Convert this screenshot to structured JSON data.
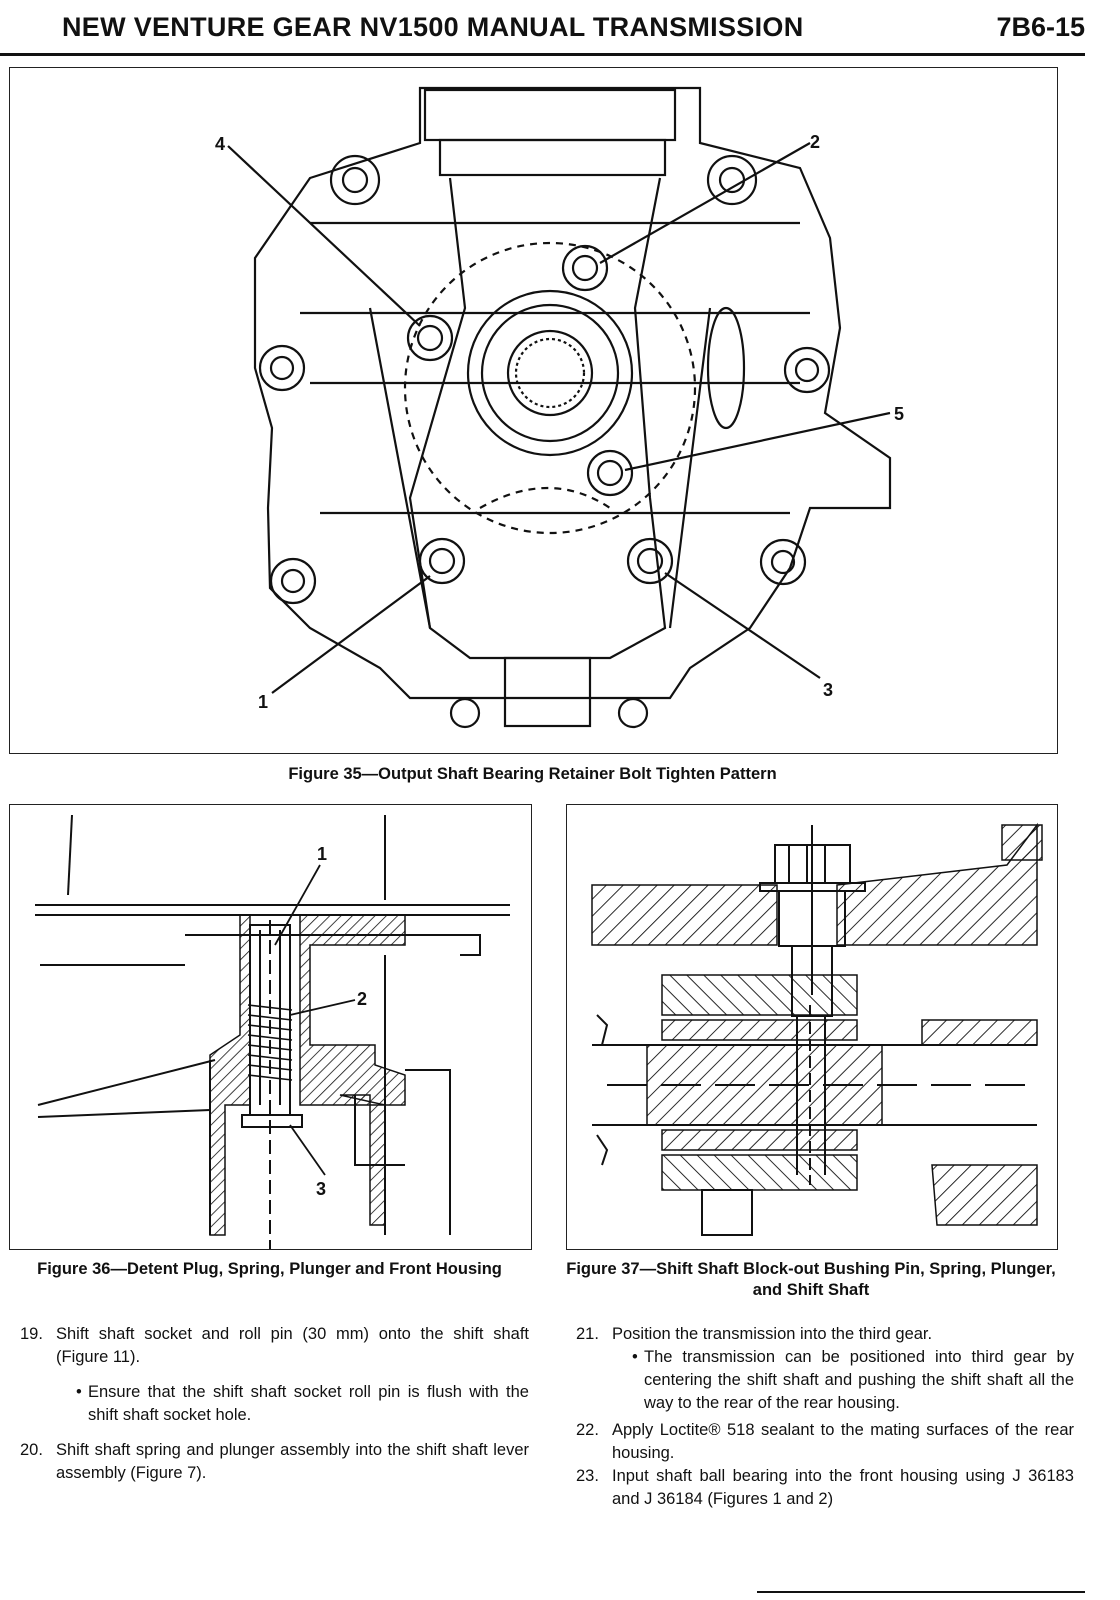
{
  "header": {
    "title": "NEW VENTURE GEAR NV1500 MANUAL TRANSMISSION",
    "page": "7B6-15"
  },
  "figure35": {
    "caption": "Figure 35—Output Shaft Bearing Retainer Bolt Tighten Pattern",
    "callouts": [
      "1",
      "2",
      "3",
      "4",
      "5"
    ]
  },
  "figure36": {
    "caption": "Figure 36—Detent Plug, Spring, Plunger and Front Housing",
    "callouts": [
      "1",
      "2",
      "3"
    ]
  },
  "figure37": {
    "caption": "Figure 37—Shift Shaft Block-out Bushing Pin, Spring, Plunger, and Shift Shaft"
  },
  "left_column": {
    "step19_num": "19.",
    "step19_text": "Shift shaft socket and roll pin (30 mm) onto the shift shaft (Figure 11).",
    "step19_bullet": "Ensure that the shift shaft socket roll pin is flush with the shift shaft socket hole.",
    "step20_num": "20.",
    "step20_text": "Shift shaft spring and plunger assembly into the shift shaft lever assembly (Figure 7)."
  },
  "right_column": {
    "step21_num": "21.",
    "step21_text": "Position the transmission into the third gear.",
    "step21_bullet": "The transmission can be positioned into third gear by centering the shift shaft and pushing the shift shaft all the way to the rear of the rear housing.",
    "step22_num": "22.",
    "step22_text": "Apply Loctite® 518 sealant to the mating surfaces of the rear housing.",
    "step23_num": "23.",
    "step23_text": "Input shaft ball bearing into the front housing using J 36183 and J 36184 (Figures 1 and 2)"
  },
  "bullet_glyph": "•"
}
